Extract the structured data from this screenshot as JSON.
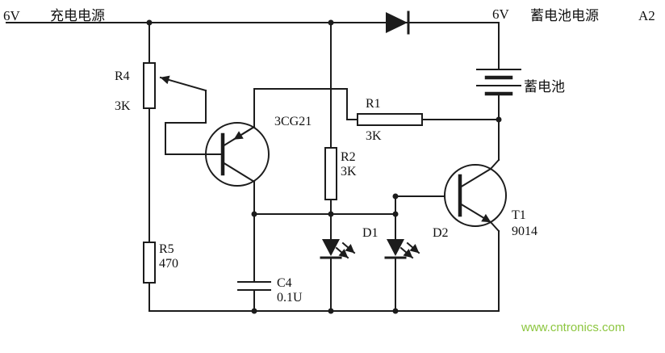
{
  "colors": {
    "wire": "#1c1c1c",
    "background": "#ffffff",
    "watermark": "#8cc63f"
  },
  "header": {
    "left_voltage": "6V",
    "left_source": "充电电源",
    "right_voltage": "6V",
    "right_source": "蓄电池电源",
    "right_terminal": "A2"
  },
  "components": {
    "r4": {
      "label": "R4",
      "value": "3K",
      "type": "potentiometer"
    },
    "r5": {
      "label": "R5",
      "value": "470",
      "type": "resistor"
    },
    "r1": {
      "label": "R1",
      "value": "3K",
      "type": "resistor"
    },
    "r2": {
      "label": "R2",
      "value": "3K",
      "type": "resistor"
    },
    "q1": {
      "label": "3CG21",
      "type": "pnp-transistor"
    },
    "q2": {
      "label": "T1",
      "value": "9014",
      "type": "npn-transistor"
    },
    "d1": {
      "label": "D1",
      "type": "led"
    },
    "d2": {
      "label": "D2",
      "type": "led"
    },
    "c4": {
      "label": "C4",
      "value": "0.1U",
      "type": "capacitor"
    },
    "battery": {
      "label": "蓄电池",
      "type": "battery"
    },
    "top_diode": {
      "type": "diode"
    }
  },
  "icons": {
    "diode": "right-filled-triangle-with-cathode-bar",
    "led": "down-filled-triangle-with-bar-and-emission-arrows",
    "battery": "alternating-long-short-plates",
    "pnp_transistor": "circle-base-bar-arrow-into-base",
    "npn_transistor": "circle-base-bar-arrow-out-of-emitter",
    "capacitor": "two-parallel-plates",
    "resistor": "rectangle-body",
    "potentiometer": "rectangle-body-with-wiper-arrow"
  },
  "watermark": {
    "text": "www.cntronics.com"
  }
}
